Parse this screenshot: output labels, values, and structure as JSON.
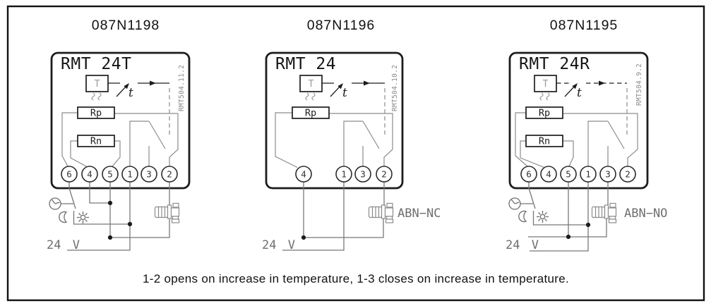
{
  "diagram": {
    "caption": "1-2 opens on increase in temperature, 1-3 closes on increase in temperature.",
    "supply_label": "24 V",
    "sensor_label": "T",
    "temp_symbol": "t"
  },
  "panels": [
    {
      "part_number": "087N1198",
      "model": "RMT 24T",
      "drawing_code": "RMT504.11.2",
      "resistor_labels": [
        "Rp",
        "Rn"
      ],
      "terminals": [
        "6",
        "4",
        "5",
        "1",
        "3",
        "2"
      ],
      "actuator_label": ""
    },
    {
      "part_number": "087N1196",
      "model": "RMT 24",
      "drawing_code": "RMT504.10.2",
      "resistor_labels": [
        "Rp"
      ],
      "terminals": [
        "4",
        "1",
        "3",
        "2"
      ],
      "actuator_label": "ABN−NC"
    },
    {
      "part_number": "087N1195",
      "model": "RMT 24R",
      "drawing_code": "RMT504.9.2",
      "resistor_labels": [
        "Rp",
        "Rn"
      ],
      "terminals": [
        "6",
        "4",
        "5",
        "1",
        "3",
        "2"
      ],
      "actuator_label": "ABN−NO"
    }
  ]
}
